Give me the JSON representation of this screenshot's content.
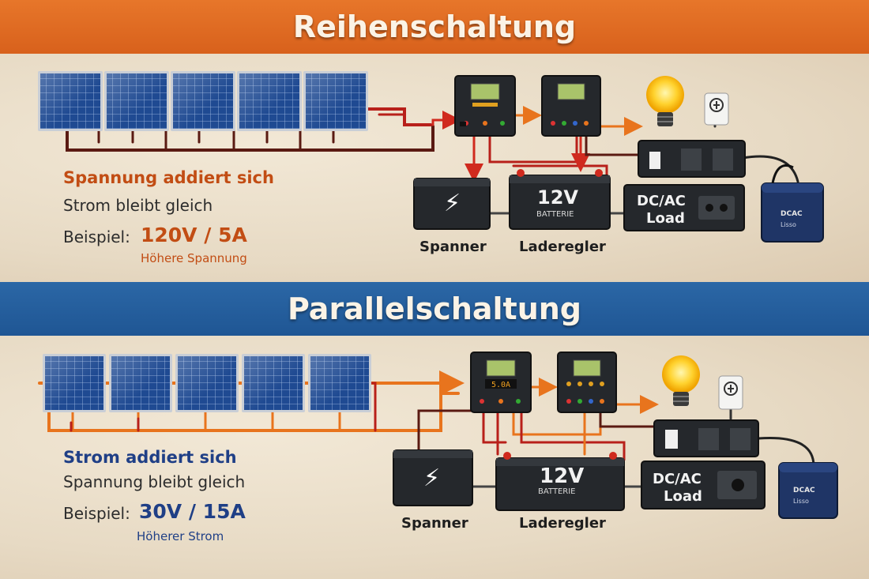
{
  "series_section": {
    "title": "Reihenschaltung",
    "headline": "Spannung addiert sich",
    "subline": "Strom bleibt gleich",
    "example_label": "Beispiel:",
    "example_value": "120V / 5A",
    "note": "Höhere Spannung",
    "battery_voltage": "12V",
    "battery_label": "BATTERIE",
    "load_label_line1": "DC/AC",
    "load_label_line2": "Load",
    "inverter_label_line1": "DCAC",
    "inverter_label_line2": "Lisso",
    "spanner_label": "Spanner",
    "laderegler_label": "Laderegler"
  },
  "parallel_section": {
    "title": "Parallelschaltung",
    "headline": "Strom addiert sich",
    "subline": "Spannung bleibt gleich",
    "example_label": "Beispiel:",
    "example_value": "30V / 15A",
    "note": "Höherer Strom",
    "display_reading": "5.0A",
    "battery_voltage": "12V",
    "battery_label": "BATTERIE",
    "load_label_line1": "DC/AC",
    "load_label_line2": "Load",
    "inverter_label_line1": "DCAC",
    "inverter_label_line2": "Lisso",
    "spanner_label": "Spanner",
    "laderegler_label": "Laderegler"
  },
  "icons": {
    "bolt": "⚡",
    "plug": "⏚"
  },
  "colors": {
    "orange_band": "#e06a22",
    "blue_band": "#2561a0",
    "series_accent": "#c24d14",
    "parallel_accent": "#1f3f86",
    "wire_red": "#b8201a",
    "wire_dark": "#5a1a12",
    "wire_orange": "#e8741d",
    "panel_blue": "#1f4a92",
    "device_dark": "#25282c",
    "lcd_green": "#a9c36a"
  }
}
